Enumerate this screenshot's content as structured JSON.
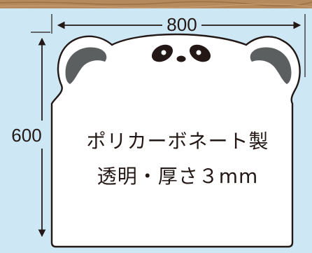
{
  "dimensions": {
    "width_label": "800",
    "height_label": "600"
  },
  "panel": {
    "material_line1": "ポリカーボネート製",
    "material_line2": "透明・厚さ３mm"
  },
  "colors": {
    "background": "#cde8f4",
    "outline": "#231815",
    "ear": "#5c5f60",
    "eye": "#231815",
    "wood": "#b58a5c"
  }
}
